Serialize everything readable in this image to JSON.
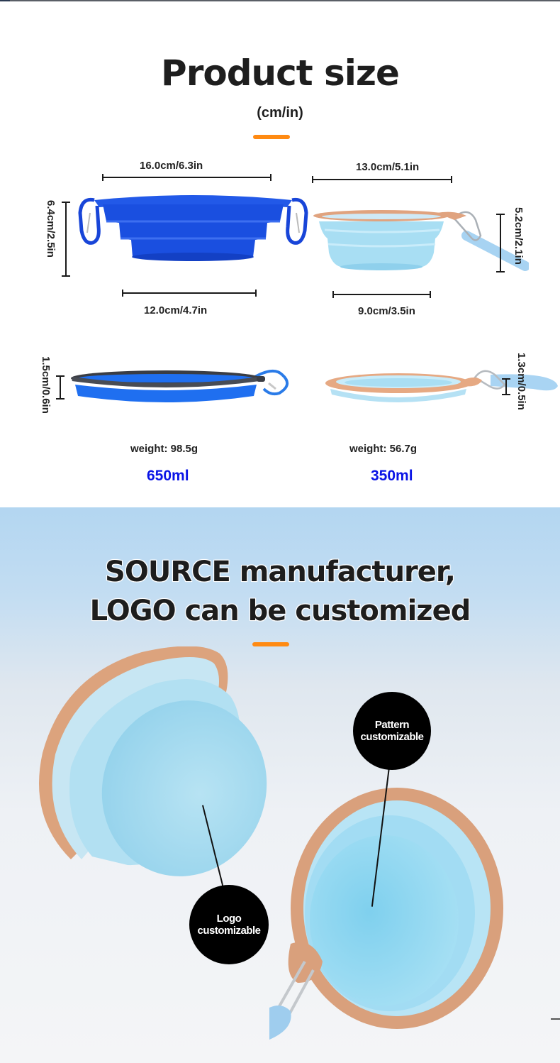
{
  "section_product_size": {
    "title": "Product size",
    "subtitle": "(cm/in)",
    "accent_color": "#ff8a12",
    "large_bowl": {
      "color": "#1a4fe0",
      "top_width": "16.0cm/6.3in",
      "bottom_width": "12.0cm/4.7in",
      "height": "6.4cm/2.5in",
      "folded_height": "1.5cm/0.6in",
      "weight": "weight: 98.5g",
      "volume": "650ml"
    },
    "small_bowl": {
      "color": "#8fd3ef",
      "rim_color": "#e0a37f",
      "top_width": "13.0cm/5.1in",
      "bottom_width": "9.0cm/3.5in",
      "height": "5.2cm/2.1in",
      "folded_height": "1.3cm/0.5in",
      "weight": "weight: 56.7g",
      "volume": "350ml"
    },
    "volume_color": "#0a14e6"
  },
  "section_customization": {
    "title_line1": "SOURCE manufacturer,",
    "title_line2": "LOGO can be customized",
    "accent_color": "#ff8a12",
    "callouts": [
      {
        "line1": "Pattern",
        "line2": "customizable"
      },
      {
        "line1": "Logo",
        "line2": "customizable"
      }
    ]
  }
}
